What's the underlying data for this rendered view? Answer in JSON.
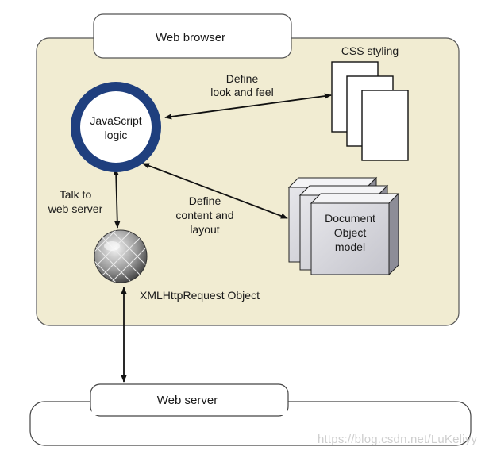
{
  "browser": {
    "label": "Web browser",
    "panel_color": "#f1ecd2"
  },
  "nodes": {
    "javascript": {
      "line1": "JavaScript",
      "line2": "logic"
    },
    "css": {
      "label": "CSS styling"
    },
    "dom": {
      "line1": "Document",
      "line2": "Object",
      "line3": "model"
    },
    "xhr": {
      "label": "XMLHttpRequest Object"
    }
  },
  "edges": {
    "css": {
      "line1": "Define",
      "line2": "look and feel"
    },
    "dom": {
      "line1": "Define",
      "line2": "content and",
      "line3": "layout"
    },
    "xhr": {
      "line1": "Talk to",
      "line2": "web server"
    }
  },
  "server": {
    "label": "Web server"
  },
  "watermark": "https://blog.csdn.net/LuKeliyy",
  "colors": {
    "js_ring": "#1f3f7e",
    "panel_border": "#555555",
    "arrow": "#111111"
  }
}
